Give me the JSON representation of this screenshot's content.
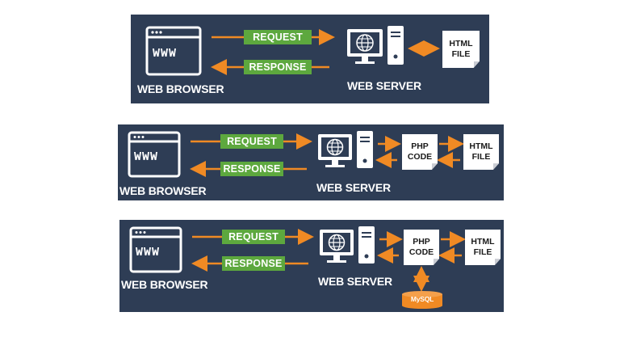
{
  "colors": {
    "panel": "#2e3d55",
    "arrow": "#f08a24",
    "pill": "#5da83e",
    "line": "#ffffff"
  },
  "icons": [
    "browser-window-icon",
    "monitor-globe-icon",
    "server-tower-icon",
    "document-icon",
    "database-icon"
  ],
  "diagrams": [
    {
      "browser_text": "WWW",
      "browser_label": "WEB BROWSER",
      "request_label": "REQUEST",
      "response_label": "RESPONSE",
      "server_label": "WEB SERVER",
      "html_file": [
        "HTML",
        "FILE"
      ]
    },
    {
      "browser_text": "WWW",
      "browser_label": "WEB BROWSER",
      "request_label": "REQUEST",
      "response_label": "RESPONSE",
      "server_label": "WEB SERVER",
      "php_code": [
        "PHP",
        "CODE"
      ],
      "html_file": [
        "HTML",
        "FILE"
      ]
    },
    {
      "browser_text": "WWW",
      "browser_label": "WEB BROWSER",
      "request_label": "REQUEST",
      "response_label": "RESPONSE",
      "server_label": "WEB SERVER",
      "php_code": [
        "PHP",
        "CODE"
      ],
      "html_file": [
        "HTML",
        "FILE"
      ],
      "database_label": "MySQL"
    }
  ]
}
